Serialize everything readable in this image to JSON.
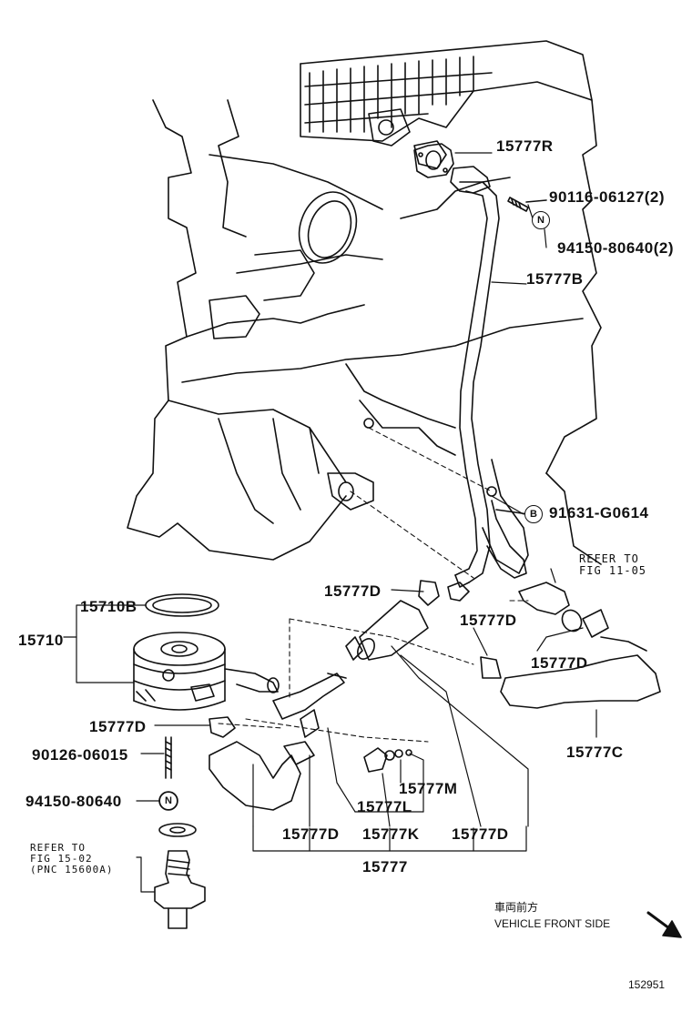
{
  "parts": {
    "p15777R": "15777R",
    "p90116": "90116-06127(2)",
    "p94150a": "94150-80640(2)",
    "p15777B": "15777B",
    "p91631": "91631-G0614",
    "refer1105": "REFER TO\nFIG 11-05",
    "p15777D_a": "15777D",
    "p15710B": "15710B",
    "p15710": "15710",
    "p15777D_b": "15777D",
    "p15777D_c": "15777D",
    "p15777D_d": "15777D",
    "p15777C": "15777C",
    "p90126": "90126-06015",
    "p15777M": "15777M",
    "p15777L": "15777L",
    "p94150b": "94150-80640",
    "p15777D_e": "15777D",
    "p15777K": "15777K",
    "p15777D_f": "15777D",
    "p15777": "15777",
    "refer1502": "REFER TO\nFIG 15-02\n(PNC 15600A)"
  },
  "badges": {
    "n1": "N",
    "n2": "N",
    "b1": "B"
  },
  "orientation": {
    "jp": "車両前方",
    "en": "VEHICLE FRONT SIDE"
  },
  "figure_number": "152951"
}
